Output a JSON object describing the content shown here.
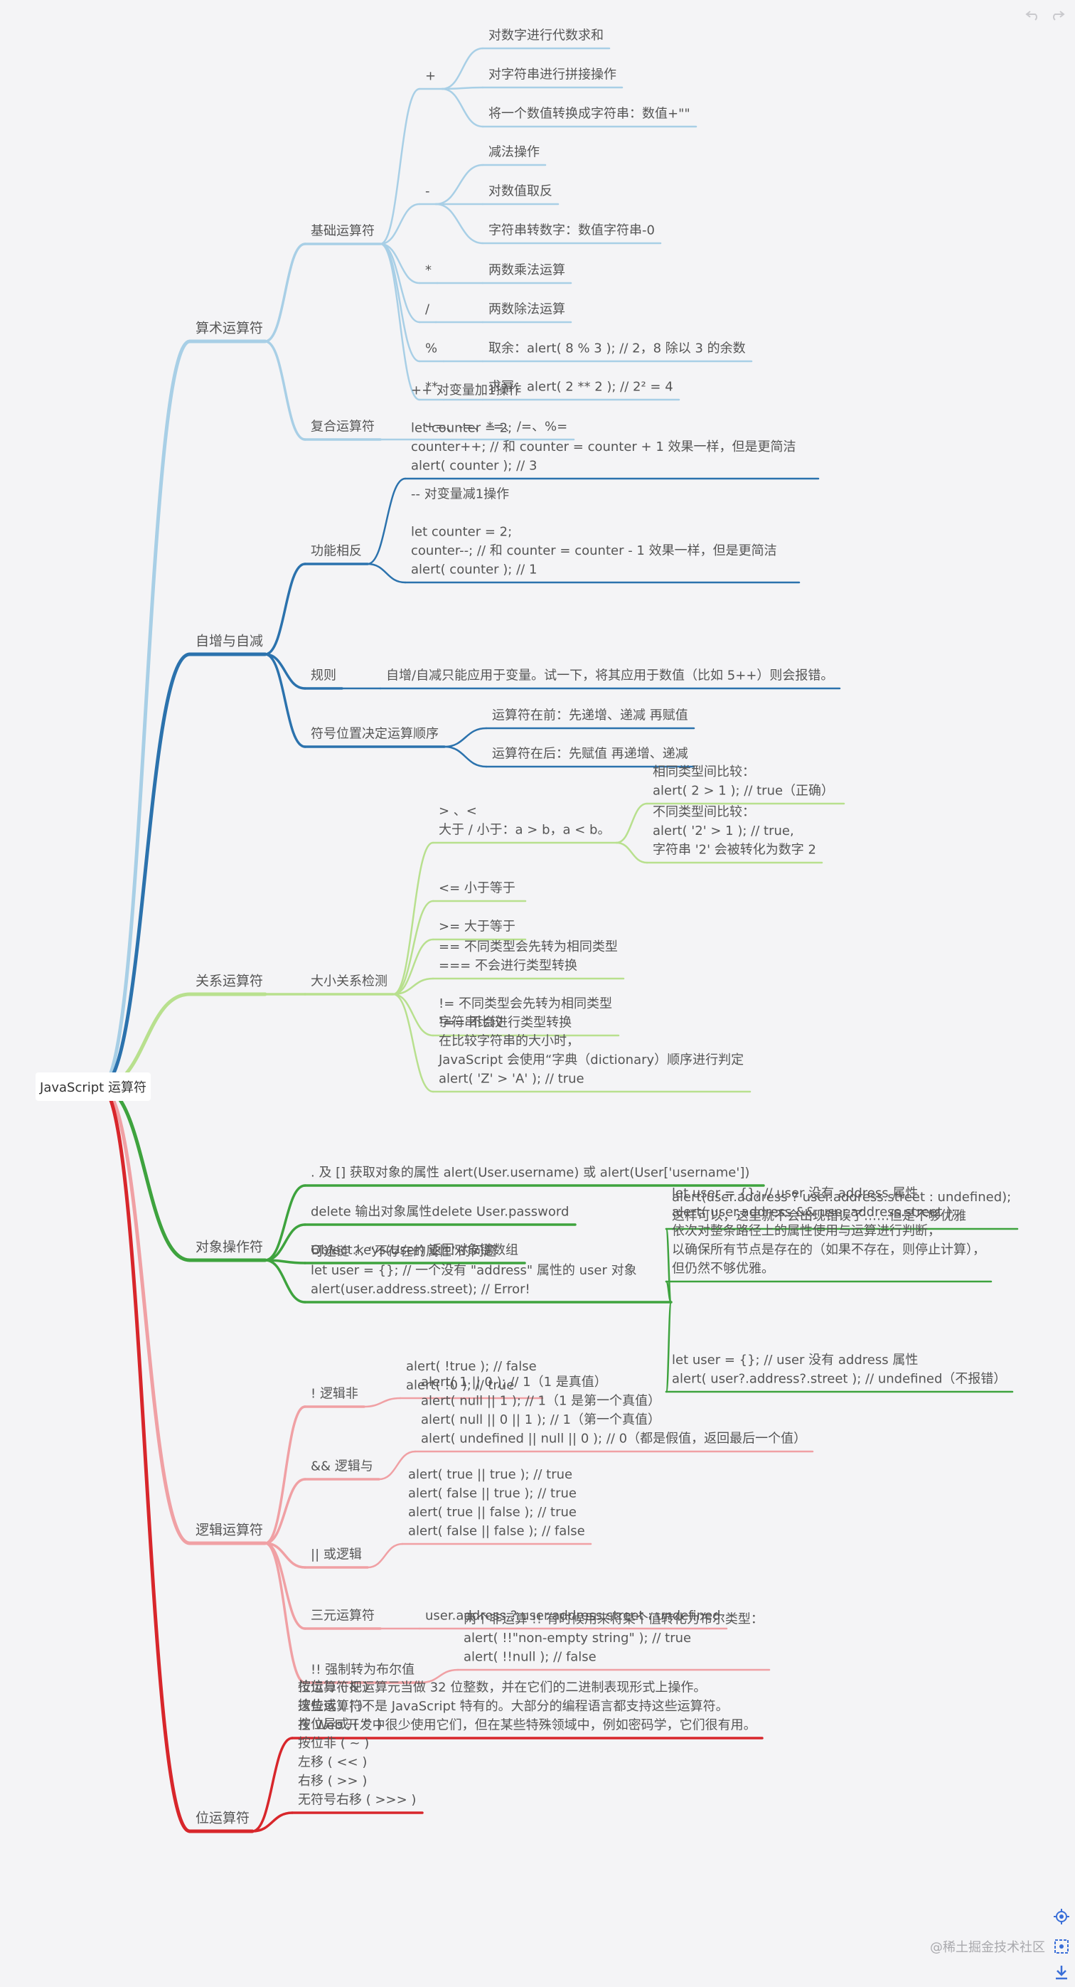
{
  "root": "JavaScript 运算符",
  "branches": [
    {
      "label": "算术运算符",
      "color": "#a8cfe6",
      "children": [
        {
          "label": "基础运算符",
          "children": [
            {
              "label": "+",
              "children": [
                {
                  "lines": [
                    "对数字进行代数求和"
                  ]
                },
                {
                  "lines": [
                    "对字符串进行拼接操作"
                  ]
                },
                {
                  "lines": [
                    "将一个数值转换成字符串：数值+\"\""
                  ]
                }
              ]
            },
            {
              "label": "-",
              "children": [
                {
                  "lines": [
                    "减法操作"
                  ]
                },
                {
                  "lines": [
                    "对数值取反"
                  ]
                },
                {
                  "lines": [
                    "字符串转数字：数值字符串-0"
                  ]
                }
              ]
            },
            {
              "label": "*",
              "children": [
                {
                  "lines": [
                    "两数乘法运算"
                  ]
                }
              ]
            },
            {
              "label": "/",
              "children": [
                {
                  "lines": [
                    "两数除法运算"
                  ]
                }
              ]
            },
            {
              "label": "%",
              "children": [
                {
                  "lines": [
                    "取余：alert( 8 % 3 ); // 2，8 除以 3 的余数"
                  ]
                }
              ]
            },
            {
              "label": "**",
              "children": [
                {
                  "lines": [
                    "求幂：alert( 2 ** 2 ); // 2² = 4"
                  ]
                }
              ]
            }
          ]
        },
        {
          "label": "复合运算符",
          "children": [
            {
              "lines": [
                "+=、-=、*=、/=、%="
              ]
            }
          ]
        }
      ]
    },
    {
      "label": "自增与自减",
      "color": "#2b72ad",
      "children": [
        {
          "label": "功能相反",
          "children": [
            {
              "lines": [
                "++ 对变量加1操作",
                "",
                "let counter = 2;",
                "counter++;     // 和 counter = counter + 1 效果一样，但是更简洁",
                "alert( counter ); // 3"
              ]
            },
            {
              "lines": [
                "-- 对变量减1操作",
                "",
                "let counter = 2;",
                "counter--;     // 和 counter = counter - 1 效果一样，但是更简洁",
                "alert( counter ); // 1"
              ]
            }
          ]
        },
        {
          "label": "规则",
          "children": [
            {
              "lines": [
                "自增/自减只能应用于变量。试一下，将其应用于数值（比如 5++）则会报错。"
              ]
            }
          ]
        },
        {
          "label": "符号位置决定运算顺序",
          "children": [
            {
              "lines": [
                "运算符在前：先递增、递减 再赋值"
              ]
            },
            {
              "lines": [
                "运算符在后：先赋值 再递增、递减"
              ]
            }
          ]
        }
      ]
    },
    {
      "label": "关系运算符",
      "color": "#b8e08e",
      "children": [
        {
          "label": "大小关系检测",
          "children": [
            {
              "lines": [
                "> 、<",
                "大于 / 小于：a > b，a < b。"
              ],
              "children": [
                {
                  "lines": [
                    "相同类型间比较：",
                    "alert( 2 > 1 );  // true（正确）"
                  ]
                },
                {
                  "lines": [
                    "不同类型间比较：",
                    "alert( '2' > 1 ); // true,",
                    "字符串 '2' 会被转化为数字 2"
                  ]
                }
              ]
            },
            {
              "lines": [
                "<=  小于等于"
              ]
            },
            {
              "lines": [
                ">=  大于等于"
              ]
            },
            {
              "lines": [
                "== 不同类型会先转为相同类型",
                "=== 不会进行类型转换"
              ]
            },
            {
              "lines": [
                "!= 不同类型会先转为相同类型",
                "!== 不会进行类型转换"
              ]
            },
            {
              "lines": [
                "字符串比较",
                "在比较字符串的大小时，",
                "JavaScript 会使用“字典（dictionary）顺序进行判定",
                "alert( 'Z' > 'A' ); // true"
              ]
            }
          ]
        }
      ]
    },
    {
      "label": "对象操作符",
      "color": "#3ea33e",
      "children": [
        {
          "label": ". 及 []  获取对象的属性  alert(User.username) 或 alert(User['username'])"
        },
        {
          "label": "delete 输出对象属性delete User.password"
        },
        {
          "label": "Object.keys(User) 返回对象键数组"
        },
        {
          "lines": [
            "可选链 ?.  “不存在的属性”的问题",
            "let user = {}; // 一个没有 \"address\" 属性的 user 对象",
            "alert(user.address.street); // Error!"
          ],
          "children": [
            {
              "lines": [
                "alert(user.address ? user.address.street : undefined);",
                "这样可以，这里就不会出现错误了……但是不够优雅"
              ]
            },
            {
              "lines": [
                "let user = {}; // user 没有 address 属性",
                "alert( user.address && user.address.street );",
                "依次对整条路径上的属性使用与运算进行判断，",
                "以确保所有节点是存在的（如果不存在，则停止计算），",
                "但仍然不够优雅。"
              ]
            },
            {
              "lines": [
                "let user = {}; // user 没有 address 属性",
                "alert( user?.address?.street ); // undefined（不报错）"
              ]
            }
          ]
        }
      ]
    },
    {
      "label": "逻辑运算符",
      "color": "#f0a0a4",
      "children": [
        {
          "label": "! 逻辑非",
          "children": [
            {
              "lines": [
                "alert( !true ); // false",
                "alert( !0 ); // true"
              ]
            }
          ]
        },
        {
          "label": "&& 逻辑与",
          "children": [
            {
              "lines": [
                "alert( 1 || 0 ); // 1（1 是真值）",
                "alert( null || 1 ); // 1（1 是第一个真值）",
                "alert( null || 0 || 1 ); // 1（第一个真值）",
                "alert( undefined || null || 0 ); // 0（都是假值，返回最后一个值）"
              ]
            }
          ]
        },
        {
          "label": "|| 或逻辑",
          "children": [
            {
              "lines": [
                "alert( true || true );   // true",
                "alert( false || true );  // true",
                "alert( true || false );  // true",
                "alert( false || false ); // false"
              ]
            }
          ]
        },
        {
          "label": "三元运算符",
          "children": [
            {
              "lines": [
                "user.address ? user.address.street : undefined"
              ]
            }
          ]
        },
        {
          "label": "!! 强制转为布尔值",
          "children": [
            {
              "lines": [
                "两个非运算 !! 有时候用来将某个值转化为布尔类型：",
                "alert( !!\"non-empty string\" ); // true",
                "alert( !!null ); // false"
              ]
            }
          ]
        }
      ]
    },
    {
      "label": "位运算符",
      "color": "#d8262b",
      "children": [
        {
          "lines": [
            "位运算符把运算元当做 32 位整数，并在它们的二进制表现形式上操作。",
            "这些运算符不是 JavaScript 特有的。大部分的编程语言都支持这些运算符。",
            "在 Web 开发中很少使用它们，但在某些特殊领域中，例如密码学，它们很有用。"
          ]
        },
        {
          "lines": [
            "按位与 ( & )",
            "按位或 ( | )",
            "按位异或 ( ^ )",
            "按位非 ( ~ )",
            "左移 ( << )",
            "右移 ( >> )",
            "无符号右移 ( >>> )"
          ]
        }
      ]
    }
  ],
  "watermark": "@稀土掘金技术社区",
  "toolbar": {
    "undo": "undo-icon",
    "redo": "redo-icon",
    "locate": "locate-icon",
    "fit": "fit-view-icon",
    "download": "download-icon"
  }
}
